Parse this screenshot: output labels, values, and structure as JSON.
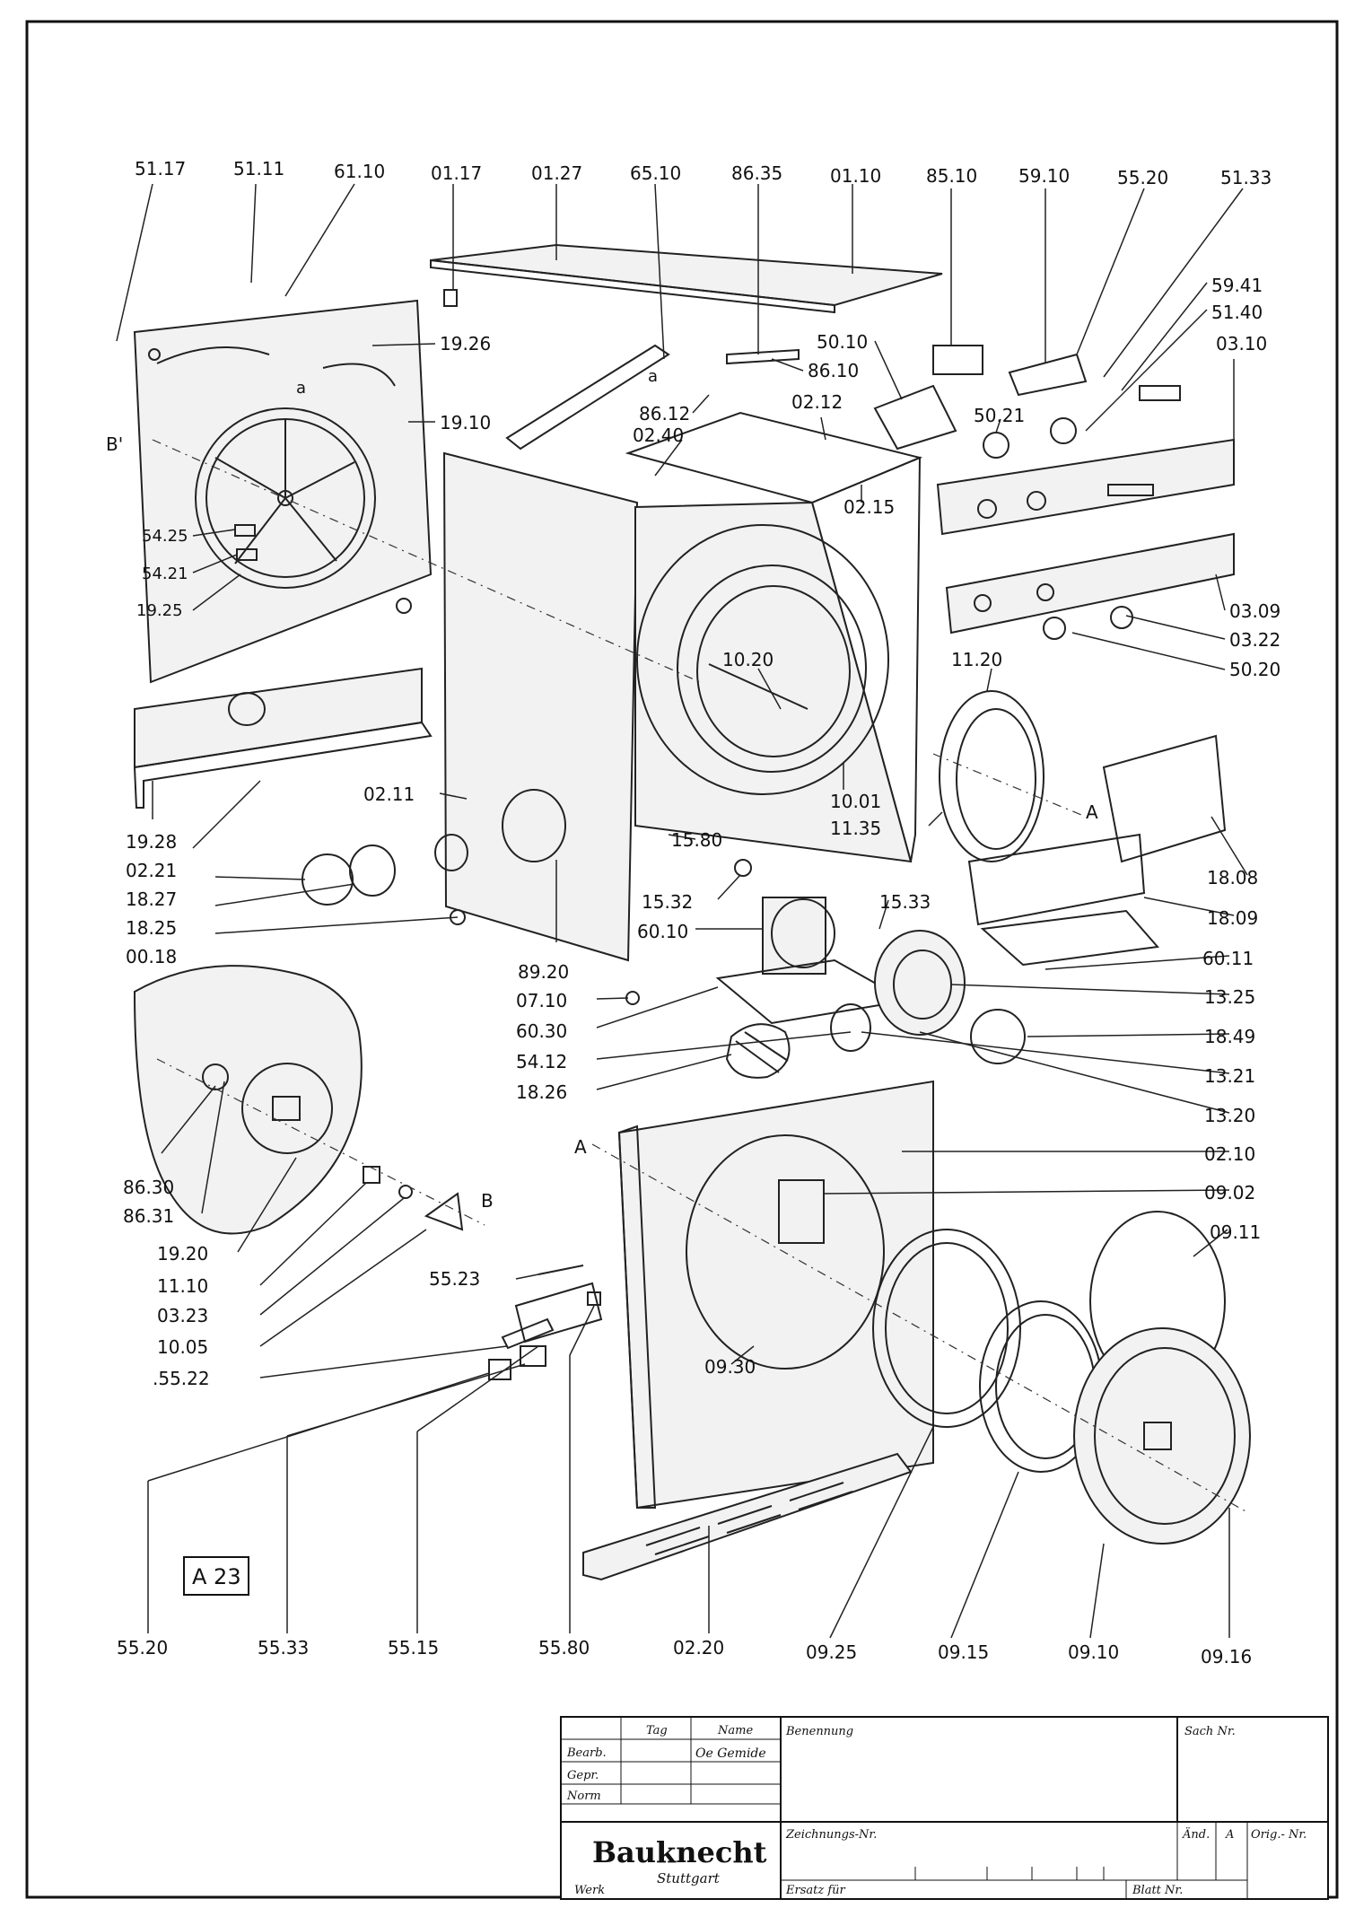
{
  "sheet_tag": "A 23",
  "labels": {
    "l5117": "51.17",
    "l5111": "51.11",
    "l6110": "61.10",
    "l0117": "01.17",
    "l0127": "01.27",
    "l6510": "65.10",
    "l8635": "86.35",
    "l0110": "01.10",
    "l8510": "85.10",
    "l5910": "59.10",
    "l5520a": "55.20",
    "l5133": "51.33",
    "l5941": "59.41",
    "l5140": "51.40",
    "l0310": "03.10",
    "l1926": "19.26",
    "l1910": "19.10",
    "l5010": "50.10",
    "l8610": "86.10",
    "l8612": "86.12",
    "l0212": "02.12",
    "l0240": "02.40",
    "l5021": "50.21",
    "l0215": "02.15",
    "l5425": "54.25",
    "l5421": "54.21",
    "l1925": "19.25",
    "l0309": "03.09",
    "l0322": "03.22",
    "l5020": "50.20",
    "l1020": "10.20",
    "l1120": "11.20",
    "l0211": "02.11",
    "l1928": "19.28",
    "l0221": "02.21",
    "l1827": "18.27",
    "l1825": "18.25",
    "l0018": "00.18",
    "l1001": "10.01",
    "l1135": "11.35",
    "l1808": "18.08",
    "l1580": "15.80",
    "l1532": "15.32",
    "l1533": "15.33",
    "l1809": "18.09",
    "l6010": "60.10",
    "l8920": "89.20",
    "l6011": "60.11",
    "l0710": "07.10",
    "l1325": "13.25",
    "l6030": "60.30",
    "l1849": "18.49",
    "l5412": "54.12",
    "l1326": "18.26",
    "l1321": "13.21",
    "l1320": "13.20",
    "l8630": "86.30",
    "l0210": "02.10",
    "l8631": "86.31",
    "l0902": "09.02",
    "l1920": "19.20",
    "l0911": "09.11",
    "l1110": "11.10",
    "l0323": "03.23",
    "l1005": "10.05",
    "l5522": ".55.22",
    "l5523": "55.23",
    "l0930": "09.30",
    "l5520b": "55.20",
    "l5533": "55.33",
    "l5515": "55.15",
    "l5580": "55.80",
    "l0220": "02.20",
    "l0925": "09.25",
    "l0915": "09.15",
    "l0910": "09.10",
    "l0916": "09.16",
    "mA1": "A",
    "mA2": "A",
    "mB1": "B'",
    "mB2": "B",
    "ma1": "a",
    "ma2": "a"
  },
  "title_block": {
    "col_tag": "Tag",
    "col_name": "Name",
    "row_bearb": "Bearb.",
    "row_gepr": "Gepr.",
    "row_norm": "Norm",
    "signature": "Oe Gemide",
    "benennung": "Benennung",
    "sach_nr": "Sach Nr.",
    "zeichnungs_nr": "Zeichnungs-Nr.",
    "aend": "Änd.",
    "aend_value": "A",
    "orig_nr": "Orig.- Nr.",
    "werk": "Werk",
    "ersatz_fuer": "Ersatz für",
    "blatt_nr": "Blatt Nr.",
    "logo_name": "Bauknecht",
    "logo_city": "Stuttgart"
  }
}
